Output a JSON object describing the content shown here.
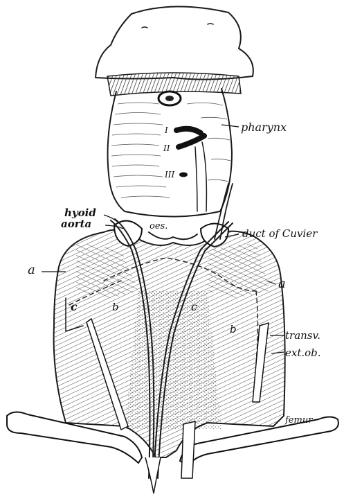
{
  "labels": {
    "pharynx": "pharynx",
    "hyoid": "hyoid",
    "aorta": "aorta",
    "oes": "oes.",
    "duct_of_cuvier": "duct of Cuvier",
    "a_left": "a",
    "a_right": "a",
    "c_left": "c",
    "b_left": "b",
    "c_center": "c",
    "b_right": "b",
    "transv": "transv.",
    "ext_ob": "ext.ob.",
    "femur": "femur",
    "gill_slit_1": "I",
    "gill_slit_2": "II",
    "gill_slit_3": "III"
  },
  "colors": {
    "ink": "#1a1a1a",
    "paper": "#ffffff"
  }
}
